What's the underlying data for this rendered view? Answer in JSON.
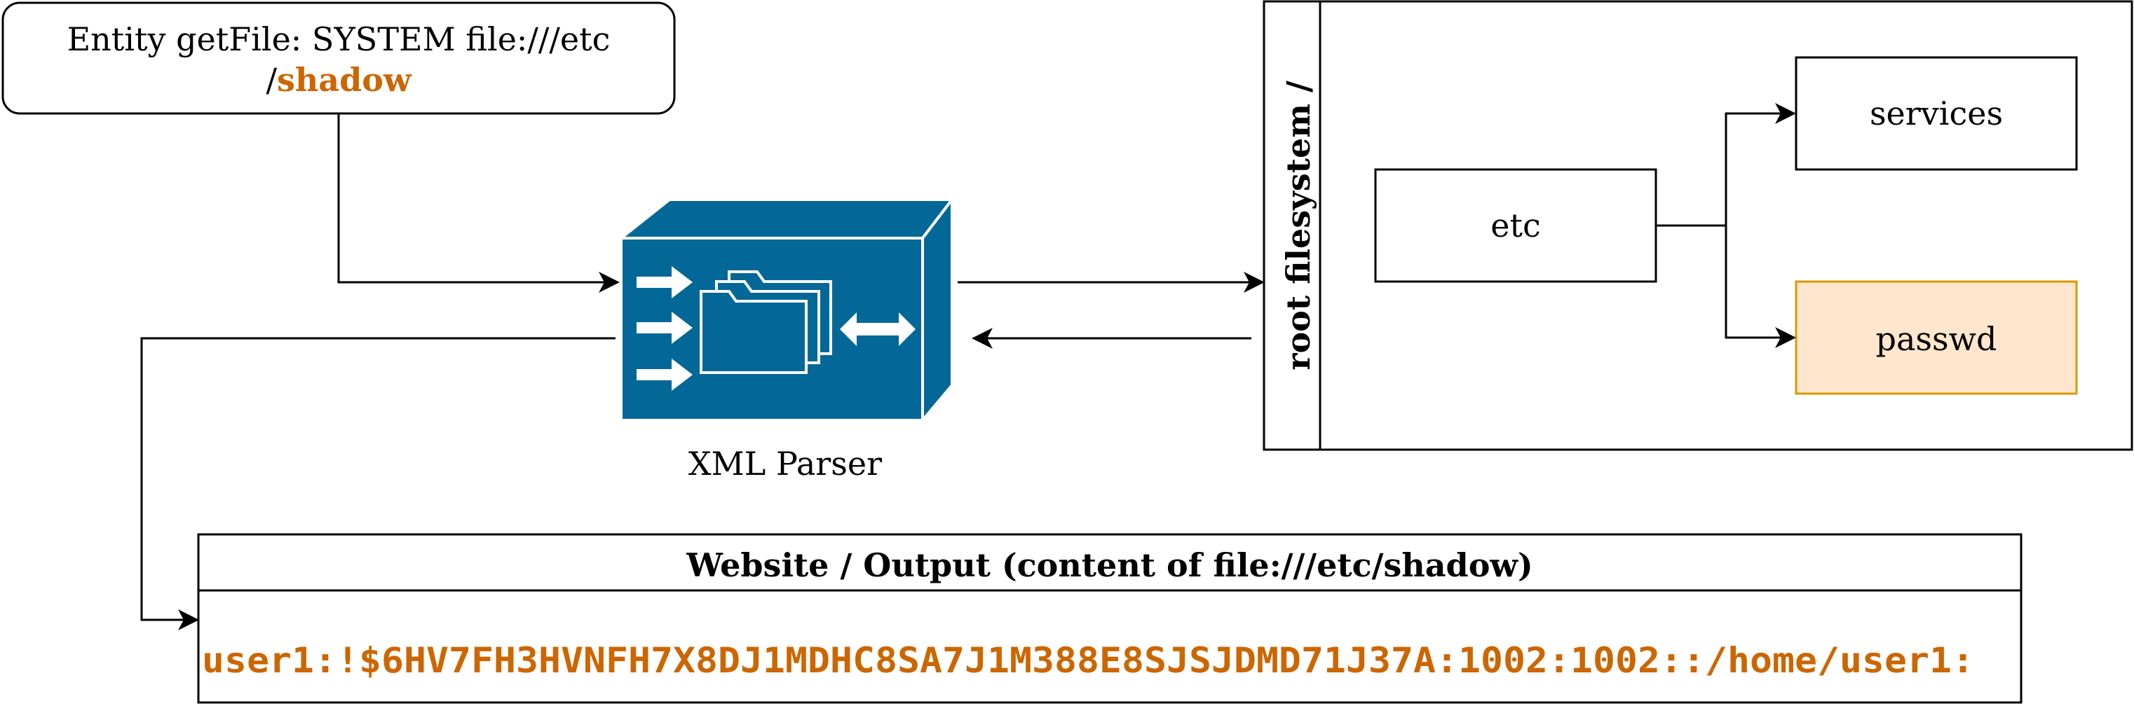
{
  "entity_box": {
    "line1": "Entity getFile: SYSTEM file:///etc",
    "line2_prefix": "/",
    "line2_highlight": "shadow"
  },
  "parser": {
    "label": "XML Parser",
    "icon": "xml-parser-appliance-icon"
  },
  "filesystem": {
    "title": "root filesystem /",
    "nodes": {
      "etc": "etc",
      "services": "services",
      "passwd": "passwd"
    }
  },
  "output": {
    "title": "Website / Output (content of file:///etc/shadow)",
    "content": "user1:!$6HV7FH3HVNFH7X8DJ1MDHC8SA7J1M388E8SJSJDMD71J37A:1002:1002::/home/user1:"
  },
  "colors": {
    "accent_orange": "#cc6600",
    "parser_blue": "#036897",
    "passwd_fill": "#ffe6cc",
    "passwd_stroke": "#d79b00"
  }
}
